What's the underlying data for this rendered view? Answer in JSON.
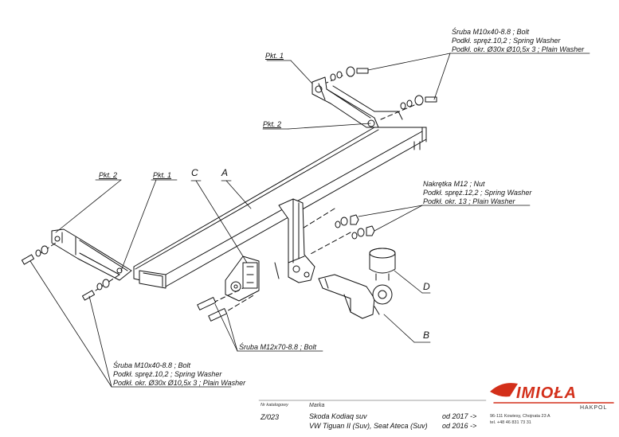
{
  "callouts": {
    "pkt1_top": "Pkt. 1",
    "pkt2_mid": "Pkt. 2",
    "pkt2_left": "Pkt. 2",
    "pkt1_left": "Pkt. 1",
    "c": "C",
    "a": "A",
    "d": "D",
    "b": "B"
  },
  "top_right_hw": {
    "line1": "Śruba M10x40-8.8 ;  Bolt",
    "line2": "Podkł. spręż.10,2 ; Spring Washer",
    "line3": "Podkł. okr.  Ø30x Ø10,5x 3 ; Plain Washer"
  },
  "mid_right_hw": {
    "line1": "Nakrętka  M12 ; Nut",
    "line2": "Podkł. spręż.12,2 ; Spring Washer",
    "line3": "Podkł. okr. 13 ; Plain Washer"
  },
  "bolt_m12": "Śruba M12x70-8.8 ;  Bolt",
  "bottom_left_hw": {
    "line1": "Śruba M10x40-8.8 ;  Bolt",
    "line2": "Podkł. spręż.10,2 ; Spring Washer",
    "line3": "Podkł. okr.  Ø30x Ø10,5x 3 ; Plain Washer"
  },
  "footer": {
    "catalog_label": "Nr katalogowy",
    "catalog_no": "Z/023",
    "brand_label": "Marka",
    "vehicle1": "Skoda Kodiaq suv",
    "vehicle2": "VW Tiguan II (Suv), Seat Ateca (Suv)",
    "from1": "od 2017 ->",
    "from2": "od 2016 ->"
  },
  "company": {
    "logo": "IMIOŁA",
    "sub": "HAKPOL",
    "address": "96-111 Kowiesy, Chojnata 23 A",
    "phone": "tel. +48 46 831 73 31",
    "accent": "#d32f1a"
  }
}
